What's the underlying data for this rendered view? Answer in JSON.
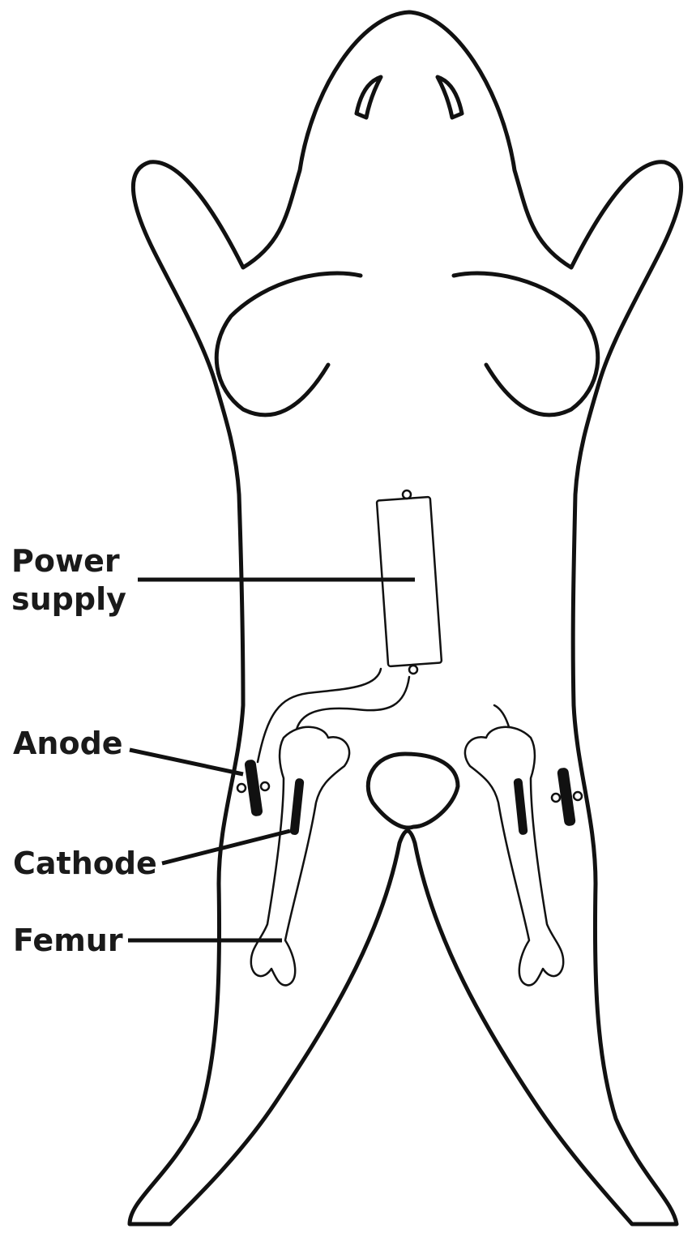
{
  "labels": {
    "power_supply_line1": "Power",
    "power_supply_line2": "supply",
    "anode": "Anode",
    "cathode": "Cathode",
    "femur": "Femur"
  },
  "colors": {
    "ink": "#111111",
    "label_text": "#1a1a1a",
    "background": "#ffffff"
  }
}
